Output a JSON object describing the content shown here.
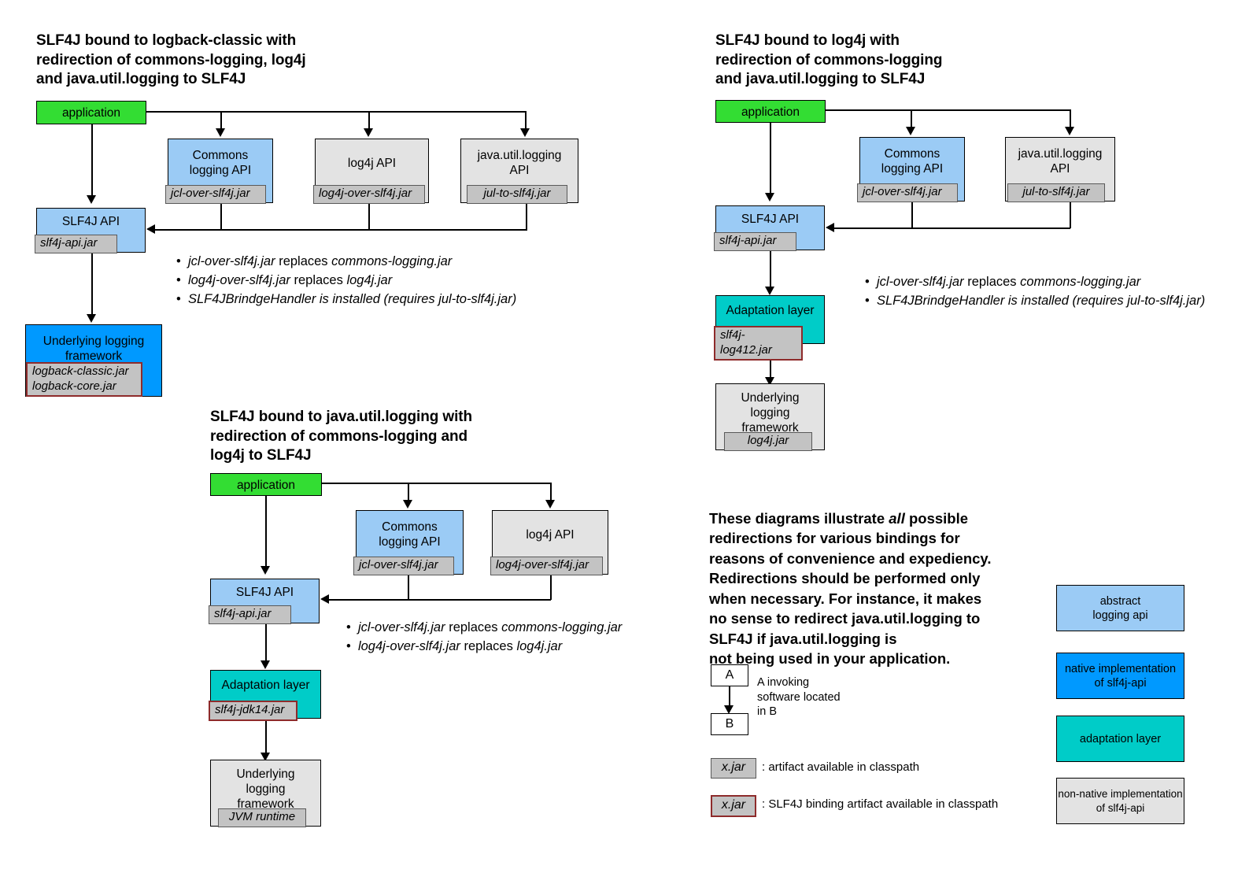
{
  "diagrams": {
    "logback": {
      "title": "SLF4J bound to logback-classic with\nredirection of commons-logging, log4j\nand java.util.logging to SLF4J",
      "nodes": {
        "application": "application",
        "commons": "Commons\nlogging API",
        "commons_jar": "jcl-over-slf4j.jar",
        "log4j_api": "log4j API",
        "log4j_api_jar": "log4j-over-slf4j.jar",
        "jul_api": "java.util.logging\nAPI",
        "jul_api_jar": "jul-to-slf4j.jar",
        "slf4j_api": "SLF4J API",
        "slf4j_api_jar": "slf4j-api.jar",
        "underlying": "Underlying logging\nframework",
        "underlying_jar": "logback-classic.jar\nlogback-core.jar"
      },
      "notes": [
        {
          "a": "jcl-over-slf4j.jar",
          "mid": " replaces ",
          "b": "commons-logging.jar"
        },
        {
          "a": "log4j-over-slf4j.jar",
          "mid": " replaces ",
          "b": "log4j.jar"
        },
        {
          "a": "SLF4JBrindgeHandler is installed (requires jul-to-slf4j.jar)",
          "mid": "",
          "b": ""
        }
      ]
    },
    "log4j": {
      "title": "SLF4J bound to log4j with\nredirection of commons-logging\nand java.util.logging to SLF4J",
      "nodes": {
        "application": "application",
        "commons": "Commons\nlogging API",
        "commons_jar": "jcl-over-slf4j.jar",
        "jul_api": "java.util.logging\nAPI",
        "jul_api_jar": "jul-to-slf4j.jar",
        "slf4j_api": "SLF4J API",
        "slf4j_api_jar": "slf4j-api.jar",
        "adaptation": "Adaptation layer",
        "adaptation_jar": "slf4j-log412.jar",
        "underlying": "Underlying\nlogging\nframework",
        "underlying_jar": "log4j.jar"
      },
      "notes": [
        {
          "a": "jcl-over-slf4j.jar",
          "mid": " replaces ",
          "b": "commons-logging.jar"
        },
        {
          "a": "SLF4JBrindgeHandler is installed (requires jul-to-slf4j.jar)",
          "mid": "",
          "b": ""
        }
      ]
    },
    "jul": {
      "title": "SLF4J bound to java.util.logging with\nredirection of commons-logging and\nlog4j to SLF4J",
      "nodes": {
        "application": "application",
        "commons": "Commons\nlogging API",
        "commons_jar": "jcl-over-slf4j.jar",
        "log4j_api": "log4j API",
        "log4j_api_jar": "log4j-over-slf4j.jar",
        "slf4j_api": "SLF4J API",
        "slf4j_api_jar": "slf4j-api.jar",
        "adaptation": "Adaptation layer",
        "adaptation_jar": "slf4j-jdk14.jar",
        "underlying": "Underlying\nlogging\nframework",
        "underlying_jar": "JVM runtime"
      },
      "notes": [
        {
          "a": "jcl-over-slf4j.jar",
          "mid": " replaces ",
          "b": "commons-logging.jar"
        },
        {
          "a": "log4j-over-slf4j.jar",
          "mid": " replaces ",
          "b": "log4j.jar"
        }
      ]
    }
  },
  "paragraph": {
    "pre": "These diagrams illustrate ",
    "em": "all",
    "post": " possible\nredirections for various bindings for\nreasons of convenience and expediency.\nRedirections should be performed only\nwhen necessary. For instance, it makes\nno sense to redirect java.util.logging to\nSLF4J if java.util.logging is\nnot being used in your application."
  },
  "legend": {
    "invoke": {
      "a_label": "A",
      "b_label": "B",
      "caption": "A invoking\nsoftware located\nin B"
    },
    "artifact": {
      "chip": "x.jar",
      "caption": ": artifact available in classpath"
    },
    "binding": {
      "chip": "x.jar",
      "caption": ": SLF4J binding artifact available in classpath"
    },
    "swatches": [
      {
        "label": "abstract\nlogging api",
        "color": "#9bcbf5"
      },
      {
        "label": "native implementation\nof slf4j-api",
        "color": "#0099ff"
      },
      {
        "label": "adaptation layer",
        "color": "#00ccc8"
      },
      {
        "label": "non-native implementation\nof slf4j-api",
        "color": "#e3e3e3"
      }
    ]
  },
  "colors": {
    "application_green": "#33dd33",
    "abstract_api_blue": "#9bcbf5",
    "native_impl_blue": "#0099ff",
    "adaptation_teal": "#00ccc8",
    "non_native_grey": "#e3e3e3",
    "jar_chip_grey": "#c3c3c3",
    "binding_border_red": "#8e2b2b"
  }
}
